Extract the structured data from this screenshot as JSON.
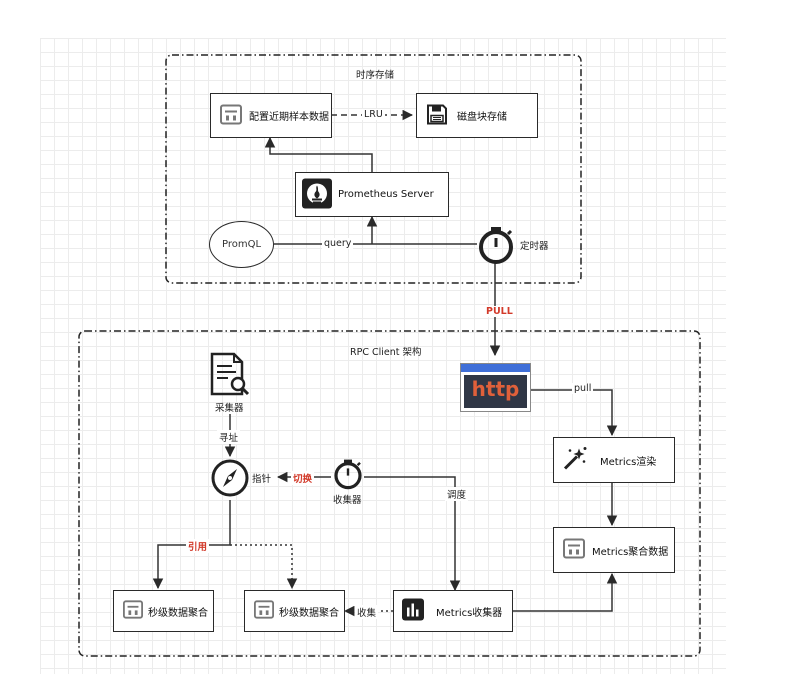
{
  "groups": {
    "storage_title": "时序存储",
    "rpc_title": "RPC Client 架构"
  },
  "nodes": {
    "recent_samples": "配置近期样本数据",
    "disk_storage": "磁盘块存储",
    "prometheus_server": "Prometheus Server",
    "promql": "PromQL",
    "timer": "定时器",
    "http": "http",
    "collector_source": "采集器",
    "pointer": "指针",
    "collector_timer": "收集器",
    "metrics_render": "Metrics渲染",
    "metrics_agg": "Metrics聚合数据",
    "second_agg_1": "秒级数据聚合",
    "second_agg_2": "秒级数据聚合",
    "metrics_collector": "Metrics收集器"
  },
  "edges": {
    "lru": "LRU",
    "query": "query",
    "pull_upper": "PULL",
    "pull_lower": "pull",
    "address": "寻址",
    "switch": "切换",
    "schedule": "调度",
    "reference": "引用",
    "collect": "收集"
  },
  "colors": {
    "red_label": "#d23a2a",
    "http_bar": "#3f6fd8",
    "http_text": "#e0603a",
    "http_bg": "#2f3645"
  },
  "icons": {
    "server": "server-icon",
    "save": "save-icon",
    "prometheus": "prometheus-logo",
    "stopwatch": "stopwatch-icon",
    "file_search": "file-search-icon",
    "compass": "compass-icon",
    "magic": "magic-wand-icon",
    "chart": "bar-chart-icon"
  }
}
